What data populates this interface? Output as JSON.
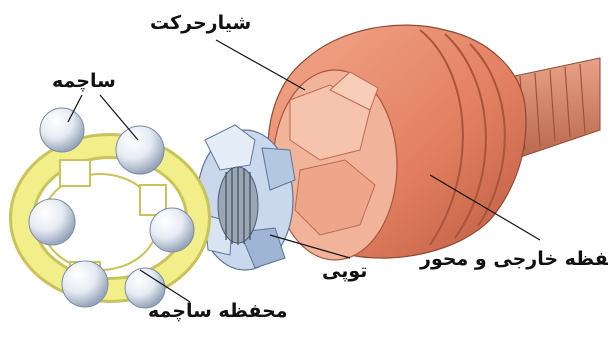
{
  "labels": {
    "ball_groove": "شیارحرکت",
    "ball": "ساچمه",
    "outer_housing": "محفظه خارجی و محور",
    "inner_race": "توپی",
    "ball_cage": "محفظه ساچمه"
  },
  "colors": {
    "housing": "#e8866a",
    "housing_dark": "#b85a40",
    "shaft": "#c9785e",
    "cage": "#f2ee8a",
    "cage_dark": "#c8c35a",
    "ball": "#e6ebf3",
    "ball_shade": "#a9b6c8",
    "inner_race": "#c9d8ec",
    "inner_race_dark": "#7f96b8",
    "leader_line": "#111111"
  }
}
